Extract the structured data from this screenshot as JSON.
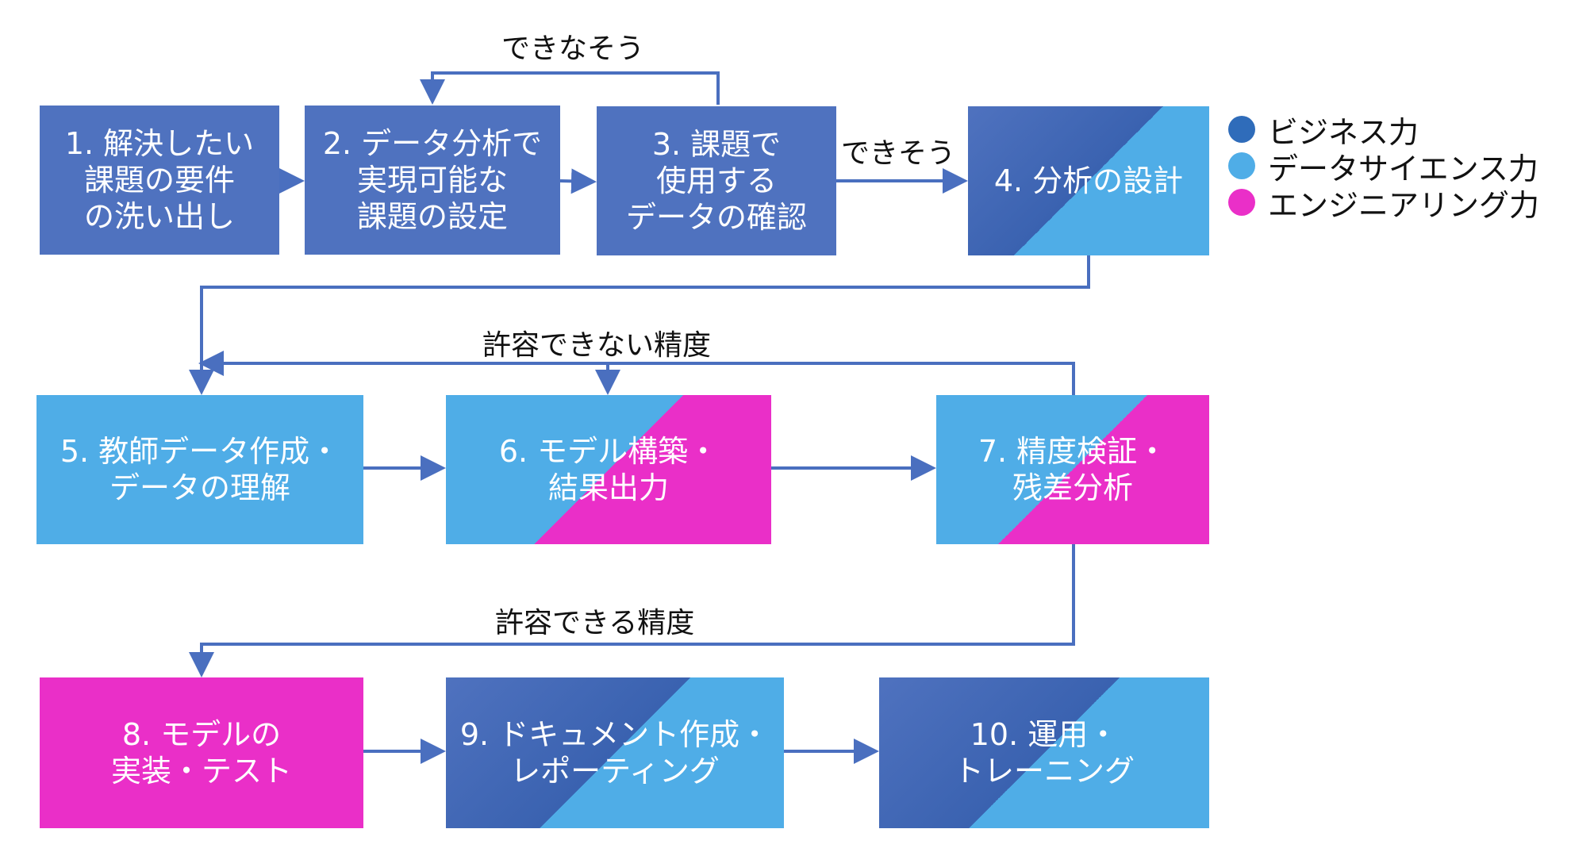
{
  "nodes": [
    {
      "id": "n1",
      "label": "1. 解決したい\n課題の要件\nの洗い出し",
      "roles": [
        "business"
      ]
    },
    {
      "id": "n2",
      "label": "2. データ分析で\n実現可能な\n課題の設定",
      "roles": [
        "business"
      ]
    },
    {
      "id": "n3",
      "label": "3. 課題で\n使用する\nデータの確認",
      "roles": [
        "business"
      ]
    },
    {
      "id": "n4",
      "label": "4. 分析の設計",
      "roles": [
        "business",
        "data_science"
      ]
    },
    {
      "id": "n5",
      "label": "5. 教師データ作成・\nデータの理解",
      "roles": [
        "data_science"
      ]
    },
    {
      "id": "n6",
      "label": "6. モデル構築・\n結果出力",
      "roles": [
        "data_science",
        "engineering"
      ]
    },
    {
      "id": "n7",
      "label": "7. 精度検証・\n残差分析",
      "roles": [
        "data_science",
        "engineering"
      ]
    },
    {
      "id": "n8",
      "label": "8. モデルの\n実装・テスト",
      "roles": [
        "engineering"
      ]
    },
    {
      "id": "n9",
      "label": "9. ドキュメント作成・\nレポーティング",
      "roles": [
        "business",
        "data_science"
      ]
    },
    {
      "id": "n10",
      "label": "10. 運用・\nトレーニング",
      "roles": [
        "business",
        "data_science"
      ]
    }
  ],
  "edges": [
    {
      "from": "n1",
      "to": "n2",
      "label": ""
    },
    {
      "from": "n2",
      "to": "n3",
      "label": ""
    },
    {
      "from": "n3",
      "to": "n2",
      "label": "できなそう"
    },
    {
      "from": "n3",
      "to": "n4",
      "label": "できそう"
    },
    {
      "from": "n4",
      "to": "n5",
      "label": ""
    },
    {
      "from": "n5",
      "to": "n6",
      "label": ""
    },
    {
      "from": "n6",
      "to": "n7",
      "label": ""
    },
    {
      "from": "n7",
      "to": "n5",
      "label": "許容できない精度"
    },
    {
      "from": "n7",
      "to": "n6",
      "label": ""
    },
    {
      "from": "n7",
      "to": "n8",
      "label": "許容できる精度"
    },
    {
      "from": "n8",
      "to": "n9",
      "label": ""
    },
    {
      "from": "n9",
      "to": "n10",
      "label": ""
    }
  ],
  "edge_labels": {
    "cannot": "できなそう",
    "can": "できそう",
    "unacceptable": "許容できない精度",
    "acceptable": "許容できる精度"
  },
  "legend": [
    {
      "label": "ビジネス力",
      "color": "#2f6cba"
    },
    {
      "label": "データサイエンス力",
      "color": "#4fade7"
    },
    {
      "label": "エンジニアリング力",
      "color": "#ea2fc8"
    }
  ],
  "colors": {
    "business": "#4f72bf",
    "data_science": "#4fade7",
    "engineering": "#ea2fc8",
    "line": "#4a6fbf"
  }
}
